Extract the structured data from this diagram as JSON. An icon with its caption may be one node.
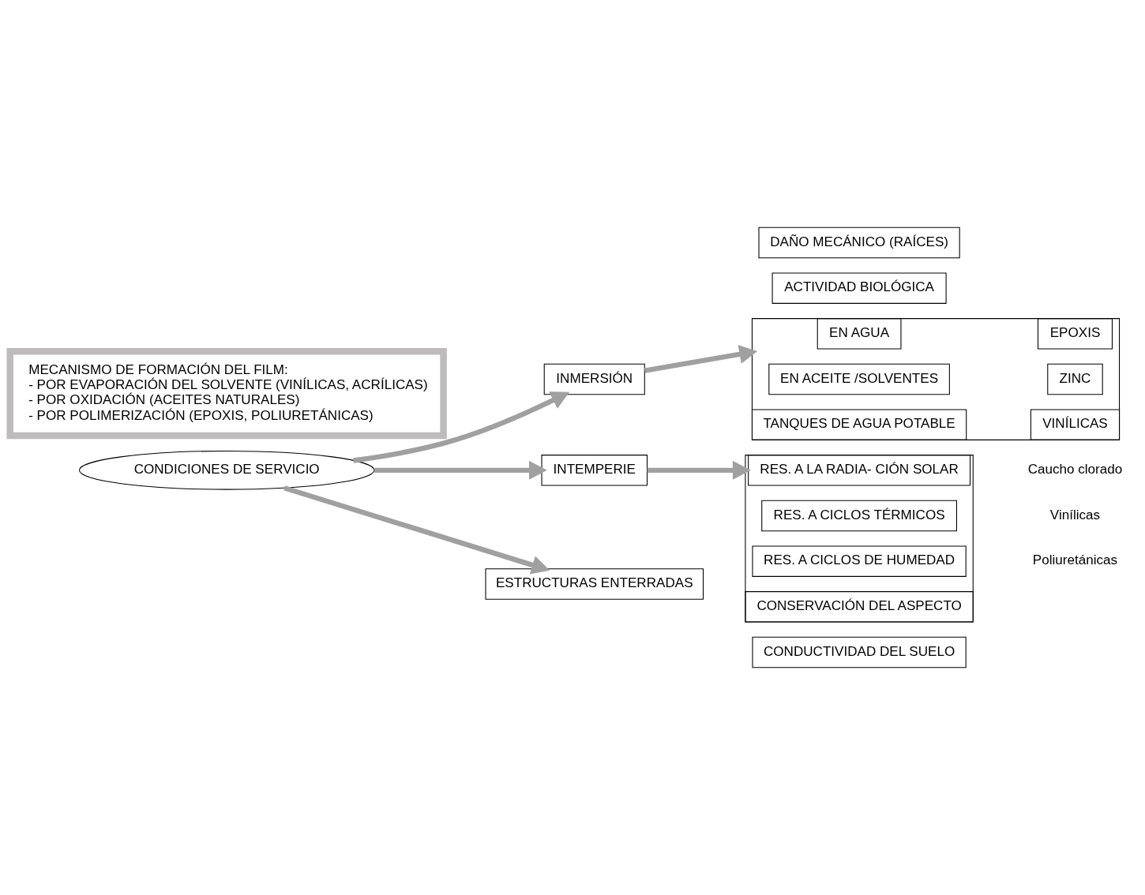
{
  "diagram": {
    "nodes": [
      {
        "text": [
          "CONDICIONES DE SERVICIO"
        ]
      },
      {
        "text": [
          "INTEMPERIE"
        ]
      },
      {
        "text": [
          "INMERSIÓN"
        ]
      },
      {
        "text": [
          "ESTRUCTURAS ENTERRADAS"
        ]
      },
      {
        "text": [],
        "shape": "box"
      },
      {
        "text": [
          "RES. A LA RADIA- CIÓN SOLAR"
        ],
        "in": 4
      },
      {
        "text": [
          "RES. A CICLOS TÉRMICOS"
        ],
        "in": 4
      },
      {
        "text": [
          "RES. A CICLOS DE HUMEDAD"
        ],
        "in": 4
      },
      {
        "text": [
          "CONSERVACIÓN DEL ASPECTO"
        ],
        "in": 4
      },
      {
        "text": [],
        "shape": "box"
      },
      {
        "text": [
          "EN AGUA"
        ],
        "in": 9
      },
      {
        "text": [
          "EPOXIS"
        ],
        "in": 9
      },
      {
        "text": [
          "EN ACEITE /SOLVENTES"
        ],
        "in": 9
      },
      {
        "text": [
          "ZINC"
        ],
        "in": 9
      },
      {
        "text": [
          "TANQUES DE AGUA POTABLE"
        ],
        "in": 9
      },
      {
        "text": [
          "VINÍLICAS"
        ],
        "in": 9
      },
      {
        "text": [
          "CONDUCTIVIDAD DEL SUELO"
        ]
      },
      {
        "text": [
          "ACTIVIDAD BIOLÓGICA"
        ]
      },
      {
        "text": [
          "DAÑO MECÁNICO (RAÍCES)"
        ]
      },
      {
        "text": [
          "MECANISMO DE FORMACIÓN DEL FILM:",
          "- POR EVAPORACIÓN DEL SOLVENTE (VINÍLICAS, ACRÍLICAS)",
          "- POR OXIDACIÓN (ACEITES NATURALES)",
          "- POR POLIMERIZACIÓN (EPOXIS, POLIURETÁNICAS)"
        ]
      }
    ],
    "edges": [
      {
        "from": 0,
        "to": 1,
        "arrow": "to"
      },
      {
        "from": 0,
        "to": 2,
        "arrow": "to"
      },
      {
        "from": 0,
        "to": 3,
        "arrow": "to"
      },
      {
        "from": 1,
        "to": 4,
        "arrow": "to"
      },
      {
        "from": 2,
        "to": 9,
        "arrow": "to"
      }
    ],
    "labels": [
      "Caucho clorado",
      "Vinílicas",
      "Poliuretánicas"
    ]
  }
}
